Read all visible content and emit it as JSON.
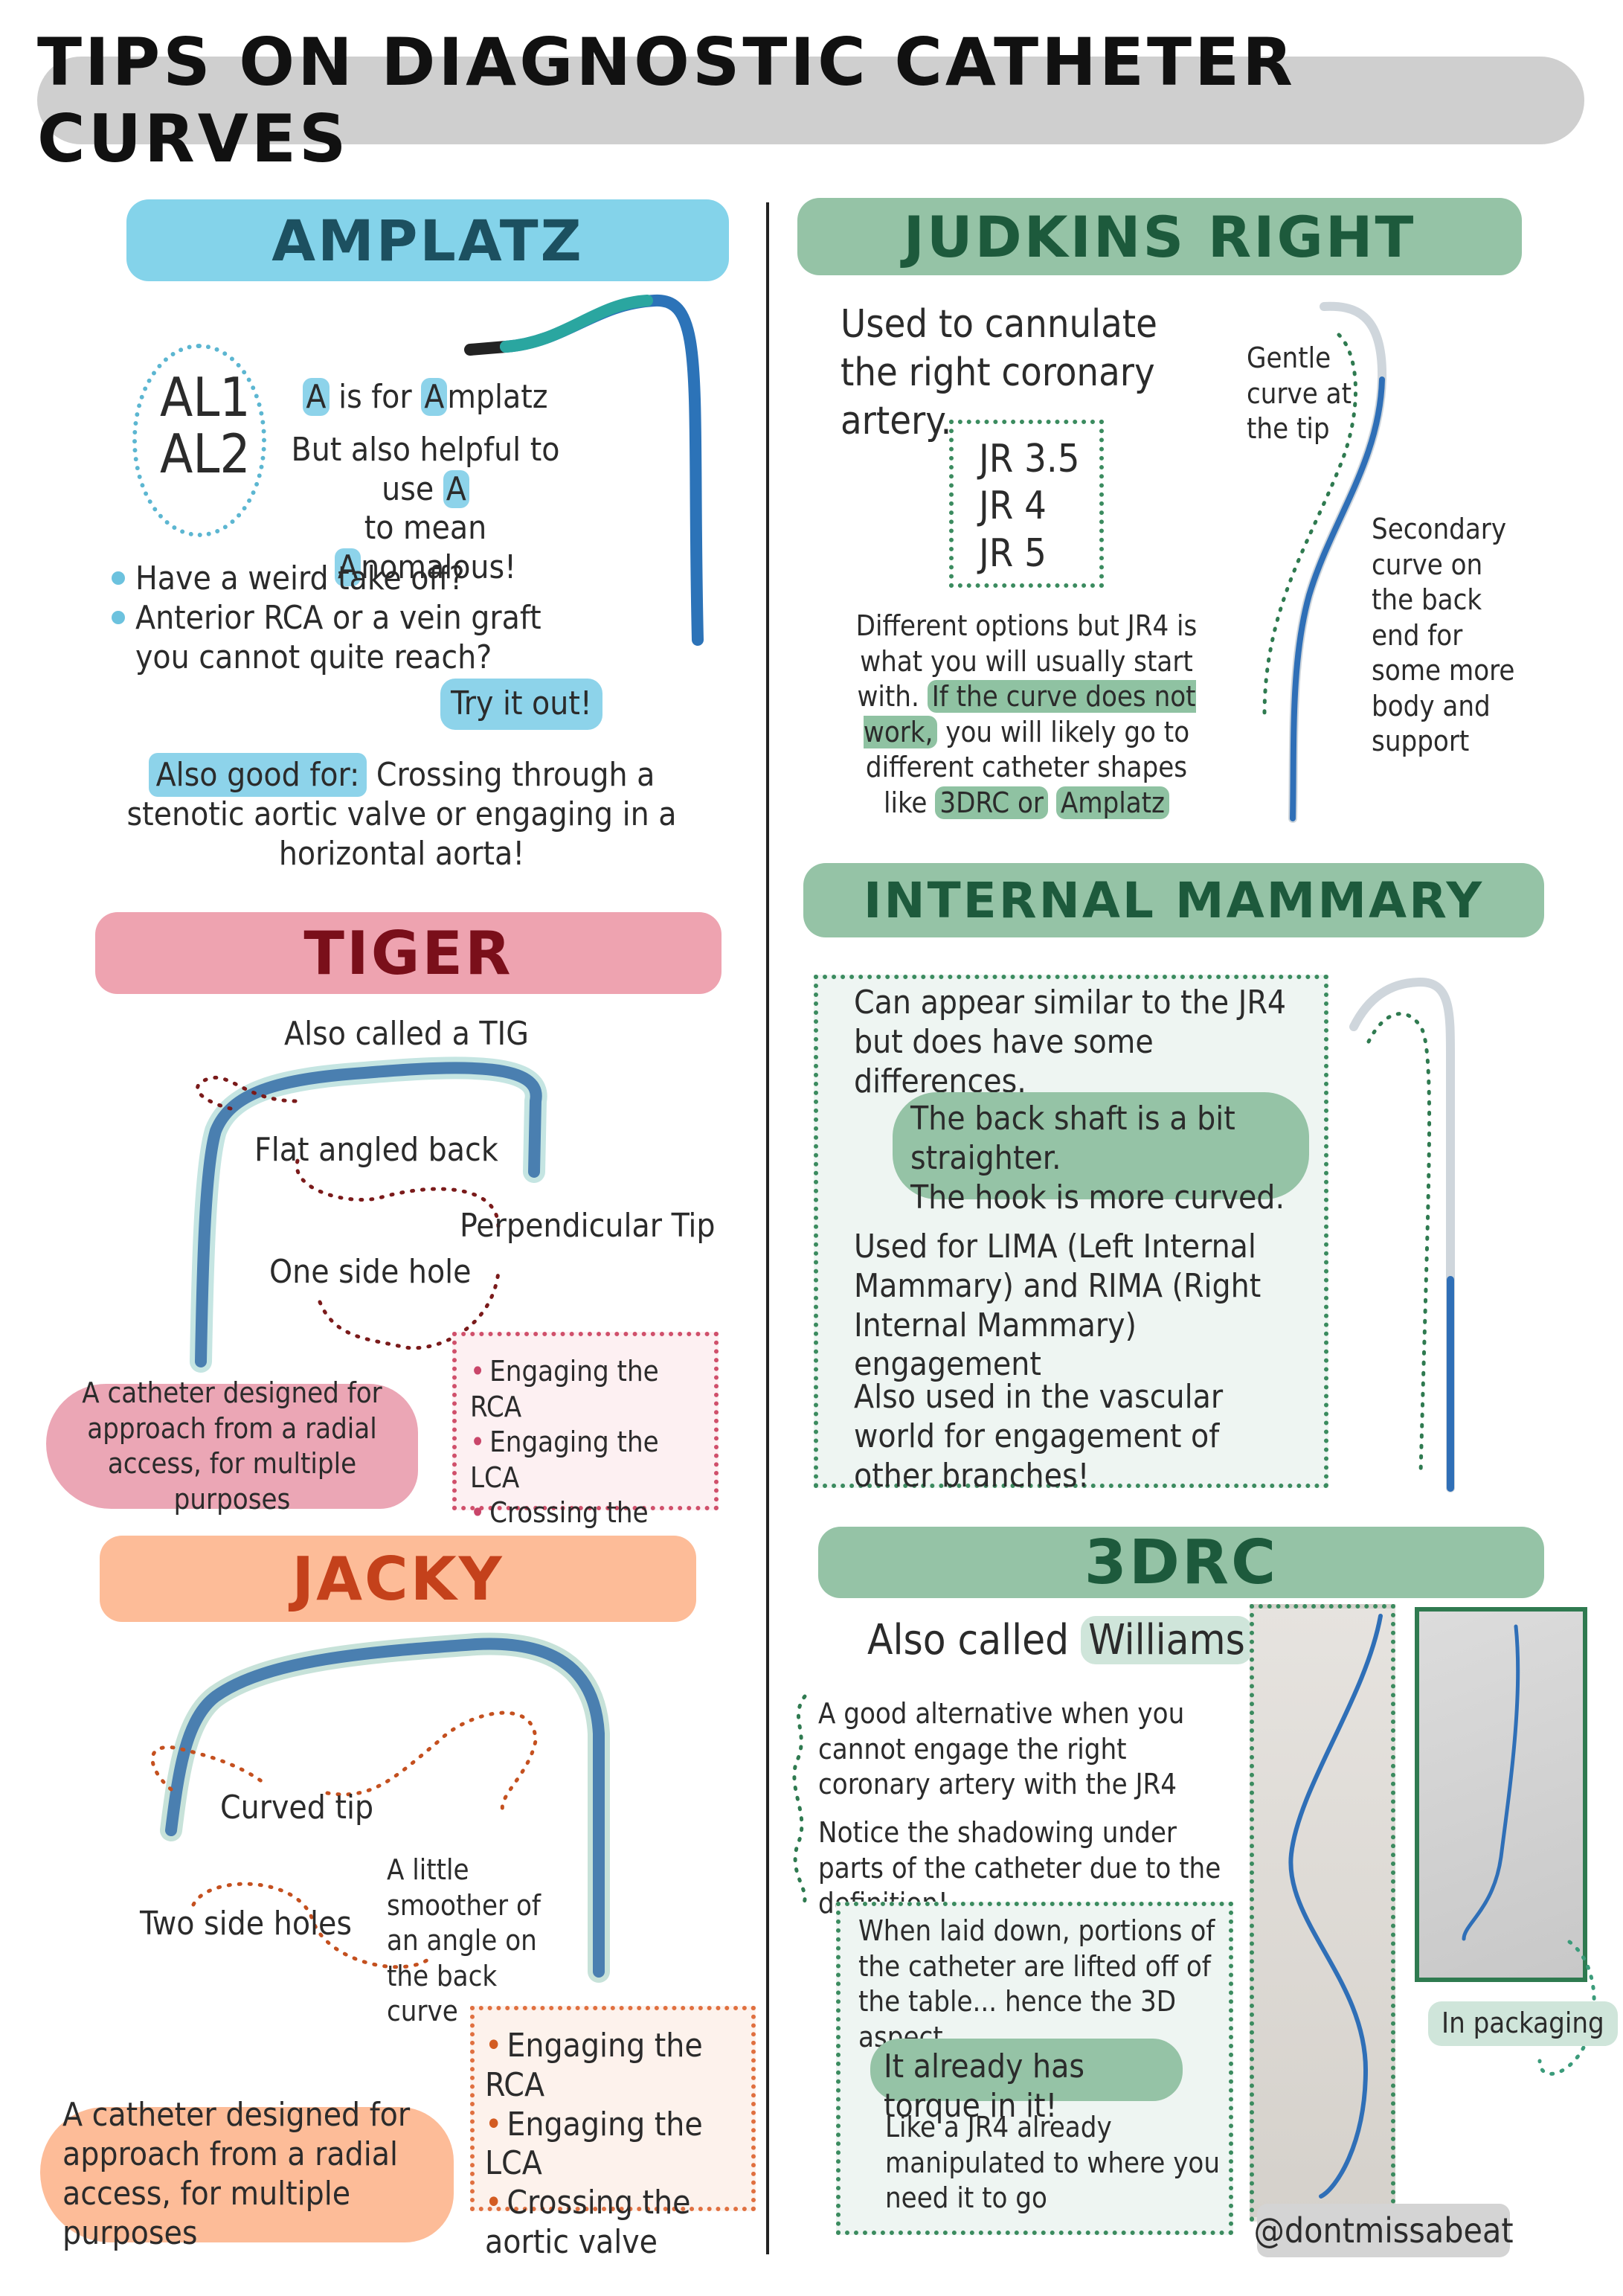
{
  "title": "TIPS ON DIAGNOSTIC CATHETER CURVES",
  "amplatz": {
    "header": "AMPLATZ",
    "sizes": [
      "AL1",
      "AL2"
    ],
    "mnemonic": {
      "a1": "A",
      "t1": " is for ",
      "a2": "A",
      "t2": "mplatz",
      "line2a": "But also helpful to use ",
      "a3": "A",
      "line3a": "to mean ",
      "a4": "A",
      "line3b": "nomalous!"
    },
    "bullets": [
      "Have a weird take off?",
      "Anterior RCA or a vein graft you cannot quite reach?"
    ],
    "try_label": "Try it out!",
    "also_label": "Also good for:",
    "also_text": " Crossing through a stenotic aortic valve or engaging in a horizontal aorta!"
  },
  "tiger": {
    "header": "TIGER",
    "subtitle": "Also called a TIG",
    "labels": [
      "Flat angled back",
      "Perpendicular Tip",
      "One side hole"
    ],
    "blob": "A catheter designed for approach from a radial access, for multiple purposes",
    "uses": [
      "Engaging the RCA",
      "Engaging the LCA",
      "Crossing the aortic valve"
    ]
  },
  "jacky": {
    "header": "JACKY",
    "labels": [
      "Curved tip",
      "Two side holes",
      "A little smoother of an angle on the back curve"
    ],
    "blob": "A catheter designed for approach from a radial access, for multiple purposes",
    "uses": [
      "Engaging the RCA",
      "Engaging the LCA",
      "Crossing the aortic valve"
    ]
  },
  "judkins": {
    "header": "JUDKINS RIGHT",
    "intro": "Used to cannulate the right coronary artery.",
    "sizes": [
      "JR 3.5",
      "JR 4",
      "JR 5"
    ],
    "p1": "Different options but JR4 is what you will usually start with.",
    "hl1": "If the curve does not work,",
    "p2": " you will likely go to different catheter shapes like ",
    "hl2": "3DRC or",
    "hl3": "Amplatz",
    "gentle": "Gentle curve at the tip",
    "secondary": "Secondary curve on the back end for some more body and support"
  },
  "mammary": {
    "header": "INTERNAL MAMMARY",
    "intro": "Can appear similar to the JR4 but does have some differences.",
    "diff1": "The back shaft is a bit straighter.",
    "diff2": "The hook is more curved.",
    "used": "Used for LIMA (Left Internal Mammary) and RIMA (Right Internal Mammary) engagement",
    "vascular": "Also used in the vascular world for engagement of other branches!"
  },
  "drc": {
    "header": "3DRC",
    "also": "Also called ",
    "williams": "Williams",
    "alt": "A good alternative when you cannot engage the right coronary artery with the JR4",
    "notice": "Notice the shadowing under parts of the catheter due to the definition!",
    "laid": "When laid down, portions of the catheter are lifted off of the table... hence the 3D aspect",
    "torque": "It already has torque in it!",
    "like": "Like a JR4 already manipulated to where you need it to go",
    "packaging": "In packaging"
  },
  "handle": "@dontmissabeat",
  "colors": {
    "amplatz": "#84d3ea",
    "tiger": "#eea3b0",
    "jacky": "#fdbc98",
    "green": "#95c3a6",
    "dark_green": "#1d5a3c",
    "red_text": "#7a0f1a",
    "orange_text": "#c4411b"
  }
}
